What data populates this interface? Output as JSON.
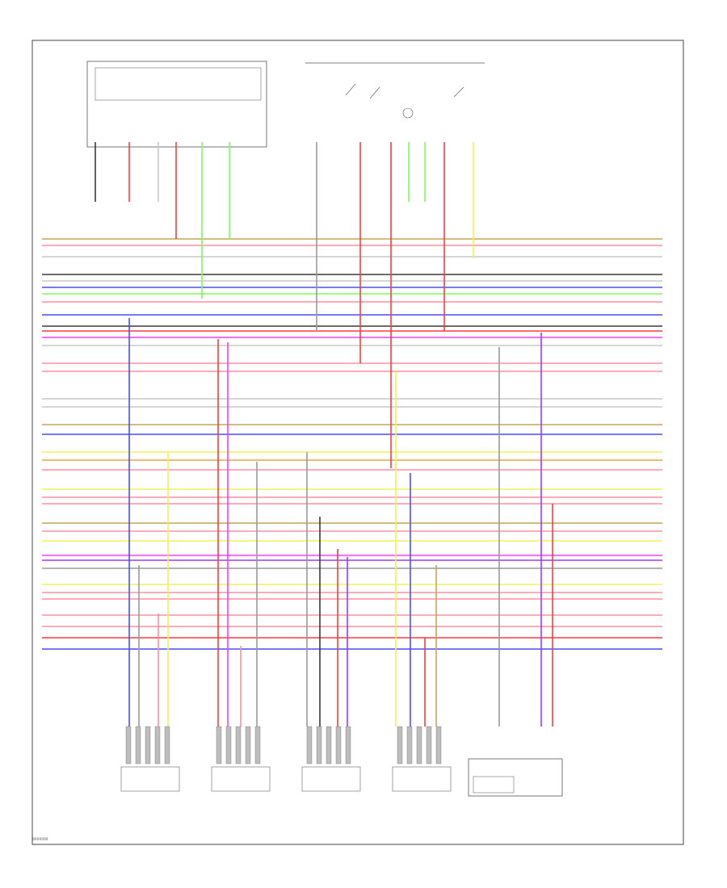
{
  "diagram_code": "ЯЯЯЯЯЯЯ",
  "colors": {
    "black": "#3a3a3a",
    "white": "#c8c8c8",
    "red": "#ff3b3b",
    "pink": "#ff8fa0",
    "blue": "#4c4cff",
    "green": "#7bff5c",
    "yellow": "#f2f25a",
    "orange": "#e8a53c",
    "magenta": "#ff3cff",
    "violet": "#9a3cff",
    "gray": "#9a9a9a",
    "tan": "#c9a35a"
  },
  "bus_wires": [
    {
      "color": "tan"
    },
    {
      "color": "pink"
    },
    {
      "color": "white"
    },
    {
      "color": "black"
    },
    {
      "color": "white"
    },
    {
      "color": "blue"
    },
    {
      "color": "green"
    },
    {
      "color": "pink"
    },
    {
      "color": "blue"
    },
    {
      "color": "black"
    },
    {
      "color": "red"
    },
    {
      "color": "magenta"
    },
    {
      "color": "white"
    },
    {
      "color": "pink"
    },
    {
      "color": "pink"
    },
    {
      "color": "white"
    },
    {
      "color": "white"
    },
    {
      "color": "tan"
    },
    {
      "color": "blue"
    },
    {
      "color": "yellow"
    },
    {
      "color": "orange"
    },
    {
      "color": "pink"
    },
    {
      "color": "yellow"
    },
    {
      "color": "pink"
    },
    {
      "color": "pink"
    },
    {
      "color": "tan"
    },
    {
      "color": "pink"
    },
    {
      "color": "yellow"
    },
    {
      "color": "magenta"
    },
    {
      "color": "violet"
    },
    {
      "color": "gray"
    },
    {
      "color": "yellow"
    },
    {
      "color": "pink"
    },
    {
      "color": "pink"
    },
    {
      "color": "pink"
    },
    {
      "color": "pink"
    },
    {
      "color": "red"
    },
    {
      "color": "blue"
    }
  ],
  "drops": [
    {
      "color": "blue"
    },
    {
      "color": "gray"
    },
    {
      "color": "pink"
    },
    {
      "color": "yellow"
    },
    {
      "color": "red"
    },
    {
      "color": "magenta"
    },
    {
      "color": "pink"
    },
    {
      "color": "gray"
    },
    {
      "color": "gray"
    },
    {
      "color": "black"
    },
    {
      "color": "red"
    },
    {
      "color": "violet"
    },
    {
      "color": "yellow"
    },
    {
      "color": "blue"
    },
    {
      "color": "red"
    },
    {
      "color": "tan"
    },
    {
      "color": "gray"
    },
    {
      "color": "violet"
    },
    {
      "color": "red"
    }
  ],
  "top_feeds": [
    {
      "color": "black"
    },
    {
      "color": "red"
    },
    {
      "color": "white"
    },
    {
      "color": "red"
    },
    {
      "color": "green"
    },
    {
      "color": "green"
    },
    {
      "color": "gray"
    },
    {
      "color": "red"
    },
    {
      "color": "red"
    },
    {
      "color": "green"
    },
    {
      "color": "green"
    },
    {
      "color": "red"
    },
    {
      "color": "yellow"
    }
  ]
}
